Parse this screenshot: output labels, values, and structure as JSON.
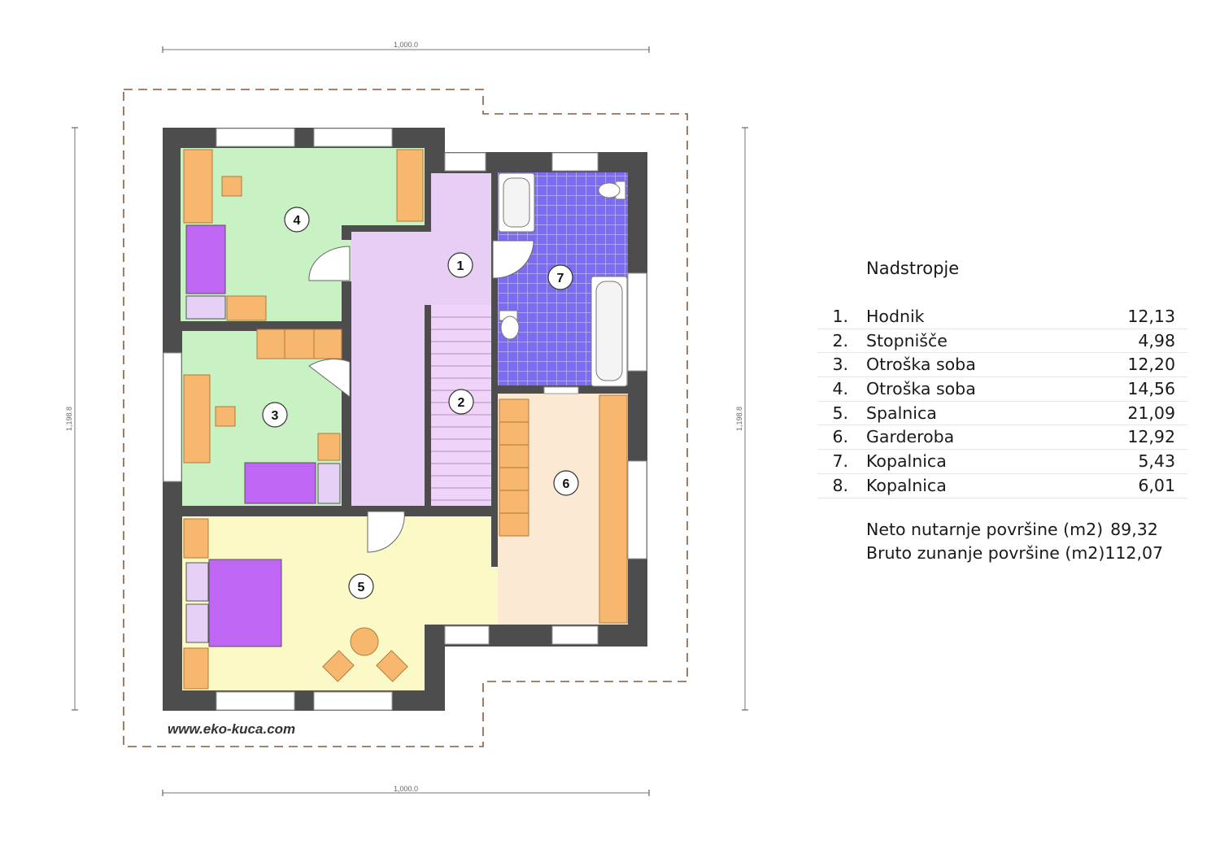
{
  "plan": {
    "dimension_width": "1,000.0",
    "dimension_height": "1,198.8",
    "website": "www.eko-kuca.com",
    "room_labels": [
      "1",
      "2",
      "3",
      "4",
      "5",
      "6",
      "7"
    ]
  },
  "legend": {
    "title": "Nadstropje",
    "rooms": [
      {
        "num": "1.",
        "name": "Hodnik",
        "area": "12,13"
      },
      {
        "num": "2.",
        "name": "Stopnišče",
        "area": "4,98"
      },
      {
        "num": "3.",
        "name": "Otroška soba",
        "area": "12,20"
      },
      {
        "num": "4.",
        "name": "Otroška soba",
        "area": "14,56"
      },
      {
        "num": "5.",
        "name": "Spalnica",
        "area": "21,09"
      },
      {
        "num": "6.",
        "name": "Garderoba",
        "area": "12,92"
      },
      {
        "num": "7.",
        "name": "Kopalnica",
        "area": "5,43"
      },
      {
        "num": "8.",
        "name": "Kopalnica",
        "area": "6,01"
      }
    ],
    "net_label": "Neto nutarnje površine (m2)",
    "net_value": "89,32",
    "gross_label": "Bruto zunanje površine (m2)",
    "gross_value": "112,07"
  },
  "colors": {
    "wall": "#4d4d4d",
    "room_children": "#c8f2c4",
    "hall": "#e8cdf4",
    "bathroom": "#7b6cf2",
    "bedroom": "#fbfac6",
    "wardrobe": "#fbe9d4",
    "furniture": "#f7b76e",
    "bed": "#c066f5"
  }
}
